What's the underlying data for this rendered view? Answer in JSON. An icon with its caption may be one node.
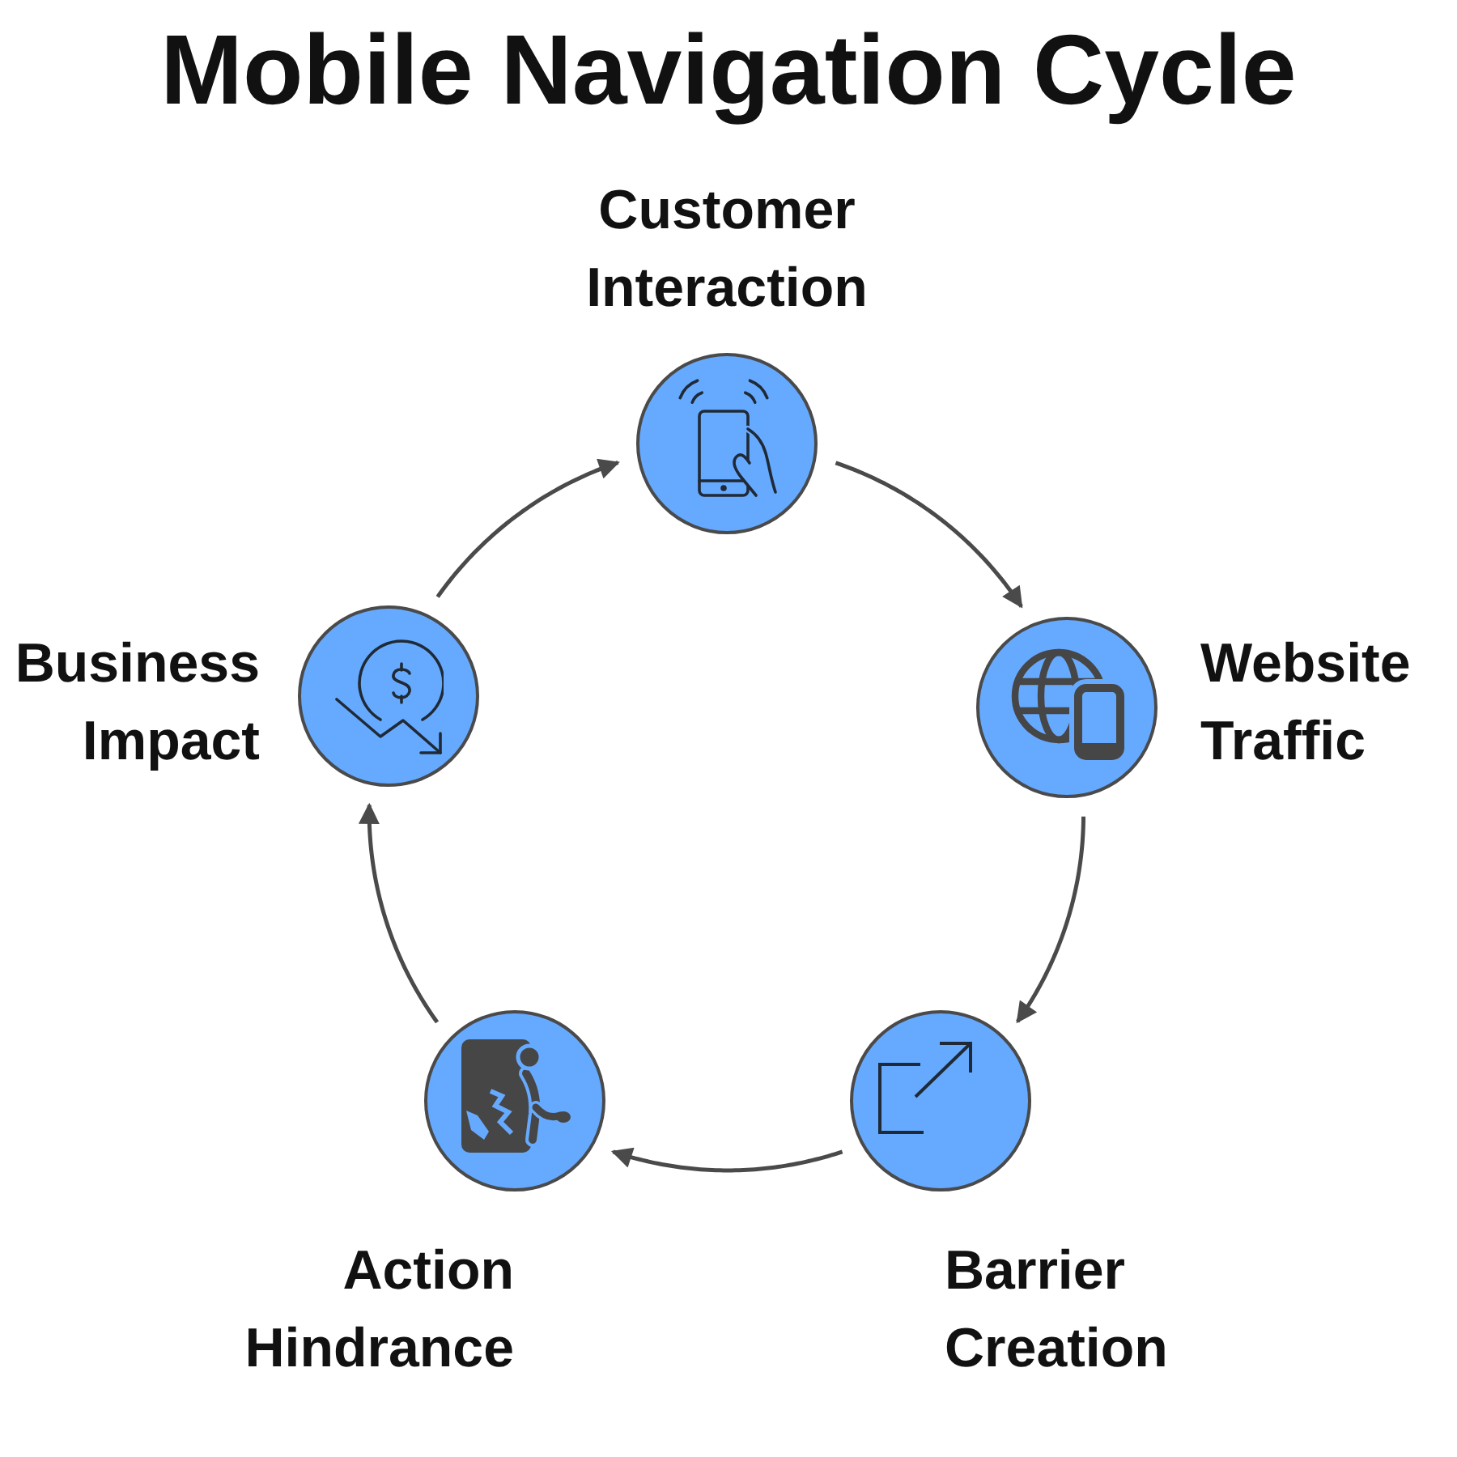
{
  "diagram": {
    "title": "Mobile Navigation Cycle",
    "nodes": [
      {
        "text": [
          "Customer Interaction"
        ]
      },
      {
        "text": [
          "Website Traffic"
        ]
      },
      {
        "text": [
          "Barrier Creation"
        ]
      },
      {
        "text": [
          "Action Hindrance"
        ]
      },
      {
        "text": [
          "Business Impact"
        ]
      }
    ],
    "edges": [
      {
        "from": 0,
        "to": 1,
        "arrow": "to"
      },
      {
        "from": 1,
        "to": 2,
        "arrow": "to"
      },
      {
        "from": 2,
        "to": 3,
        "arrow": "to"
      },
      {
        "from": 3,
        "to": 4,
        "arrow": "to"
      },
      {
        "from": 4,
        "to": 0,
        "arrow": "to"
      }
    ]
  }
}
